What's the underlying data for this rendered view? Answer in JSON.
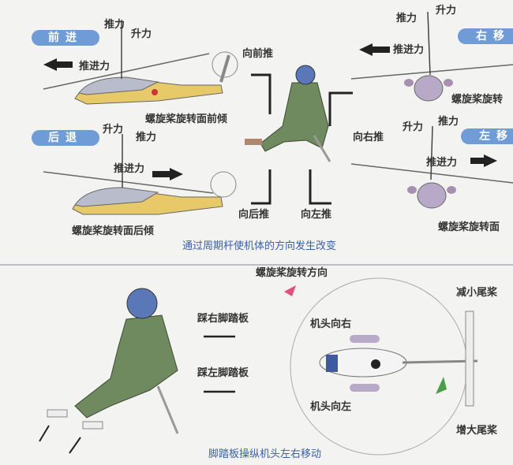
{
  "top_panel": {
    "forward": {
      "badge": "前进",
      "thrust": "推力",
      "lift": "升力",
      "propulsion": "推进力",
      "rotor_caption": "螺旋桨旋转面前倾",
      "stick": "向前推"
    },
    "backward": {
      "badge": "后退",
      "lift": "升力",
      "thrust": "推力",
      "propulsion": "推进力",
      "rotor_caption": "螺旋桨旋转面后倾",
      "stick": "向后推"
    },
    "right": {
      "badge": "右移",
      "thrust": "推力",
      "lift": "升力",
      "propulsion": "推进力",
      "rotor_caption": "螺旋桨旋转",
      "stick": "向右推"
    },
    "left": {
      "badge": "左移",
      "lift": "升力",
      "thrust": "推力",
      "propulsion": "推进力",
      "rotor_caption": "螺旋桨旋转面",
      "stick": "向左推"
    },
    "caption": "通过周期杆使机体的方向发生改变"
  },
  "bottom_panel": {
    "rotation_direction": "螺旋桨旋转方向",
    "right_pedal": "踩右脚踏板",
    "left_pedal": "踩左脚踏板",
    "nose_right": "机头向右",
    "nose_left": "机头向左",
    "decrease_tail": "减小尾桨",
    "increase_tail": "增大尾桨",
    "caption": "脚踏板操纵机头左右移动"
  },
  "colors": {
    "badge": "#6f9bd6",
    "caption": "#3a5fa8",
    "pilot": "#6e8a5e",
    "helmet": "#5a78b8",
    "fuselage": "#e8c96a",
    "pink_arrow": "#e0507a",
    "green_arrow": "#4aa04a"
  }
}
